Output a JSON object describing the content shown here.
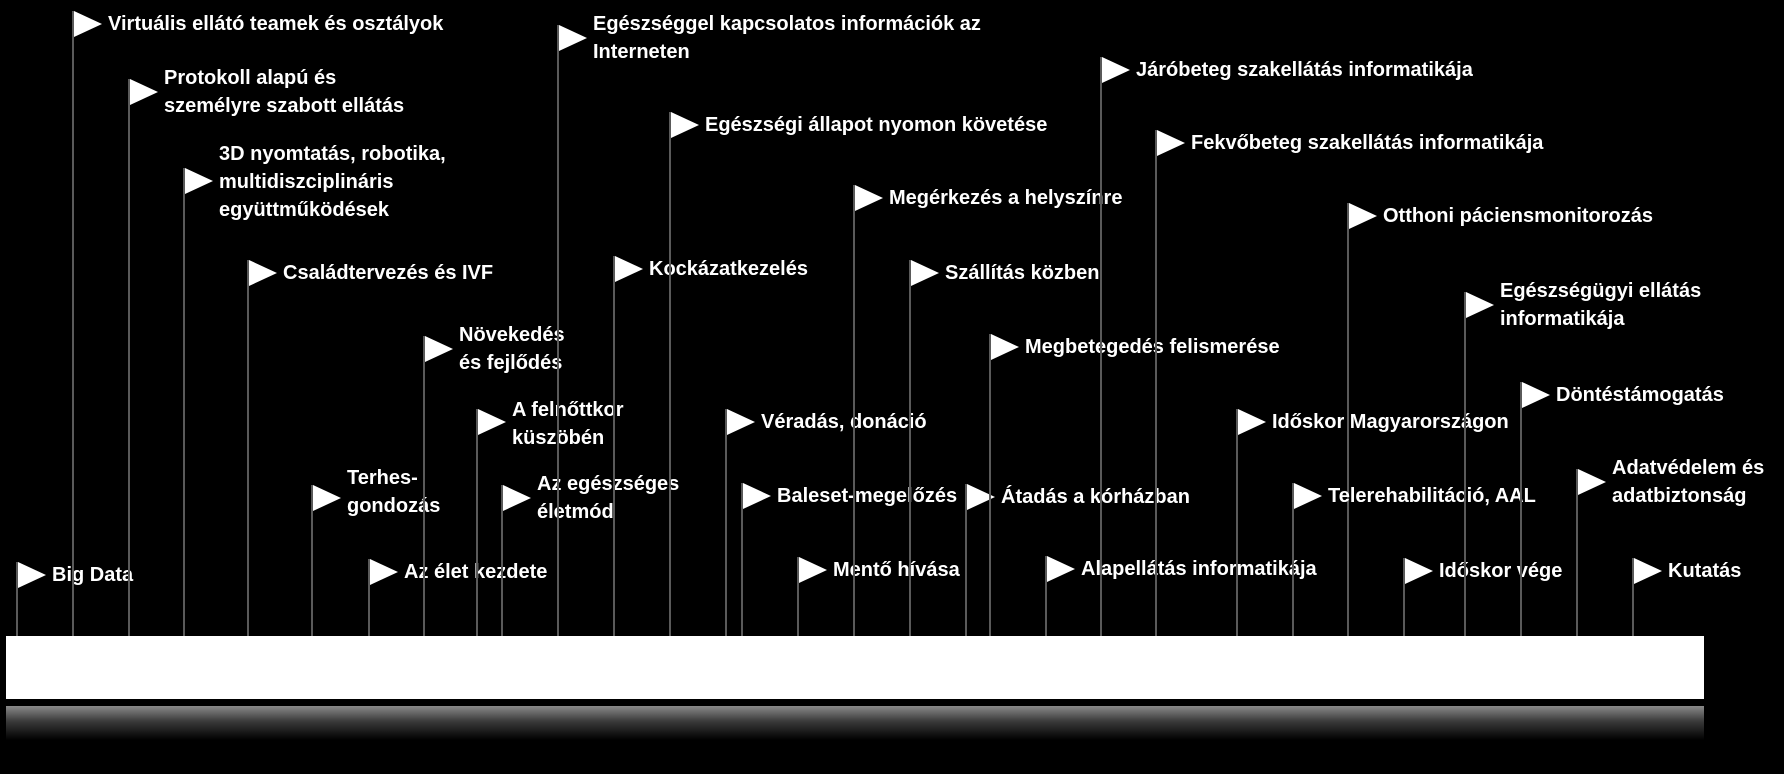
{
  "diagram": {
    "flags": [
      {
        "id": "big-data",
        "label": "Big Data"
      },
      {
        "id": "virtualis",
        "label": "Virtuális ellátó teamek és osztályok"
      },
      {
        "id": "protokoll",
        "label": "Protokoll alapú és\nszemélyre szabott ellátás"
      },
      {
        "id": "3d-nyomtatas",
        "label": "3D nyomtatás, robotika,\nmultidiszciplináris\negyüttműködések"
      },
      {
        "id": "csaladtervezes",
        "label": "Családtervezés és IVF"
      },
      {
        "id": "terhesgondozas",
        "label": "Terhes-\ngondozás"
      },
      {
        "id": "elet-kezdete",
        "label": "Az élet kezdete"
      },
      {
        "id": "novekedes",
        "label": "Növekedés\nés fejlődés"
      },
      {
        "id": "felnottkor",
        "label": "A felnőttkor\nküszöbén"
      },
      {
        "id": "egeszseges-eletmod",
        "label": "Az egészséges\néletmód"
      },
      {
        "id": "egeszseg-internet",
        "label": "Egészséggel kapcsolatos információk az\nInterneten"
      },
      {
        "id": "kockazatkezeles",
        "label": "Kockázatkezelés"
      },
      {
        "id": "allapot-kovetes",
        "label": "Egészségi állapot nyomon követése"
      },
      {
        "id": "veradas",
        "label": "Véradás, donáció"
      },
      {
        "id": "baleset",
        "label": "Baleset-megelőzés"
      },
      {
        "id": "mento-hivasa",
        "label": "Mentő hívása"
      },
      {
        "id": "megerkezes",
        "label": "Megérkezés a helyszínre"
      },
      {
        "id": "szallitas",
        "label": "Szállítás közben"
      },
      {
        "id": "atadas",
        "label": "Átadás a kórházban"
      },
      {
        "id": "megbetegedes",
        "label": "Megbetegedés felismerése"
      },
      {
        "id": "alapellatas",
        "label": "Alapellátás informatikája"
      },
      {
        "id": "jarobeteg",
        "label": "Járóbeteg szakellátás informatikája"
      },
      {
        "id": "fekvobeteg",
        "label": "Fekvőbeteg szakellátás informatikája"
      },
      {
        "id": "idoskor-magyar",
        "label": "Időskor Magyarországon"
      },
      {
        "id": "otthoni",
        "label": "Otthoni páciensmonitorozás"
      },
      {
        "id": "telerehab",
        "label": "Telerehabilitáció, AAL"
      },
      {
        "id": "idoskor-vege",
        "label": "Időskor vége"
      },
      {
        "id": "egeszsegugyi-info",
        "label": "Egészségügyi ellátás\ninformatikája"
      },
      {
        "id": "dontestamogatas",
        "label": "Döntéstámogatás"
      },
      {
        "id": "adatvedelem",
        "label": "Adatvédelem és\nadatbiztonság"
      },
      {
        "id": "kutatas",
        "label": "Kutatás"
      }
    ]
  }
}
